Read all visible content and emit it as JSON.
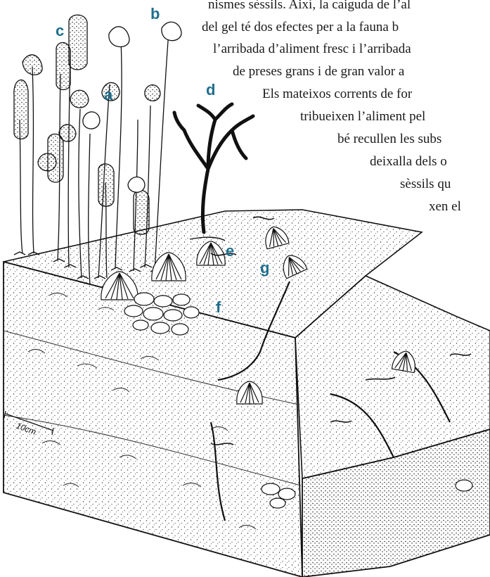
{
  "text_lines": [
    "nismes sèssils. Així, la caiguda de l’al",
    "del gel té dos efectes per a la fauna b",
    "l’arribada d’aliment fresc i l’arribada",
    "de preses grans i de gran valor a",
    "Els mateixos corrents de for",
    "tribueixen l’aliment pel",
    "bé recullen les subs",
    "deixalla dels o",
    "sèssils qu",
    "xen el"
  ],
  "labels": {
    "a": "a",
    "b": "b",
    "c": "c",
    "d": "d",
    "e": "e",
    "f": "f",
    "g": "g"
  },
  "scale_bar": "10cm",
  "colors": {
    "label": "#1f6e8c",
    "ink": "#1a1a1a",
    "background": "#ffffff"
  }
}
